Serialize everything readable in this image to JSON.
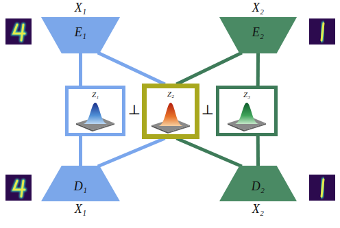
{
  "diagram": {
    "nodes": [
      {
        "text": [
          "X₁",
          "E₁"
        ]
      },
      {
        "text": [
          "X₂",
          "E₂"
        ]
      },
      {
        "text": [
          "Z₁"
        ]
      },
      {
        "text": [
          "Z₂"
        ]
      },
      {
        "text": [
          "Z₃"
        ]
      },
      {
        "text": [
          "D₁",
          "X₁"
        ]
      },
      {
        "text": [
          "D₂",
          "X₂"
        ]
      }
    ],
    "edges": [
      {
        "from": 0,
        "to": 2,
        "arrow": "none"
      },
      {
        "from": 0,
        "to": 3,
        "arrow": "none"
      },
      {
        "from": 1,
        "to": 3,
        "arrow": "none"
      },
      {
        "from": 1,
        "to": 4,
        "arrow": "none"
      },
      {
        "from": 2,
        "to": 5,
        "arrow": "none"
      },
      {
        "from": 3,
        "to": 5,
        "arrow": "none"
      },
      {
        "from": 3,
        "to": 6,
        "arrow": "none"
      },
      {
        "from": 4,
        "to": 6,
        "arrow": "none"
      }
    ],
    "labels": [
      "⊥",
      "⊥"
    ]
  }
}
